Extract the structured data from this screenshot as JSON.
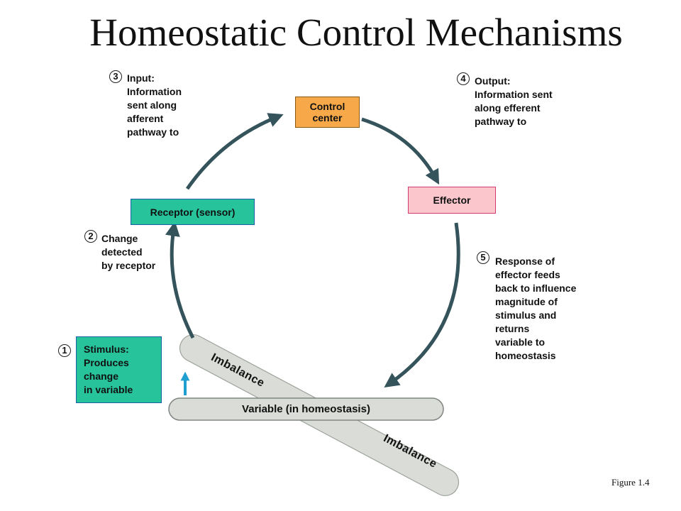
{
  "title": "Homeostatic Control Mechanisms",
  "boxes": {
    "control_center": "Control\ncenter",
    "receptor": "Receptor (sensor)",
    "effector": "Effector",
    "stimulus": "Stimulus:\nProduces\nchange\nin variable",
    "variable": "Variable (in homeostasis)"
  },
  "steps": [
    {
      "number": "1"
    },
    {
      "number": "2",
      "text": "Change\ndetected\nby receptor"
    },
    {
      "number": "3",
      "text": "Input:\nInformation\nsent along\nafferent\npathway to"
    },
    {
      "number": "4",
      "text": "Output:\nInformation sent\nalong efferent\npathway to"
    },
    {
      "number": "5",
      "text": "Response of\neffector feeds\nback to influence\nmagnitude of\nstimulus and\nreturns\nvariable to\nhomeostasis"
    }
  ],
  "imbalance_labels": [
    "Imbalance",
    "Imbalance"
  ],
  "figure_label": "Figure 1.4",
  "colors": {
    "control_center": "#f7a94a",
    "receptor": "#27c49c",
    "effector": "#fbc6cc",
    "stimulus": "#27c49c",
    "arrow": "#34535b",
    "stimulus_arrow": "#1e9fd0",
    "bar": "#d9dcd7"
  }
}
